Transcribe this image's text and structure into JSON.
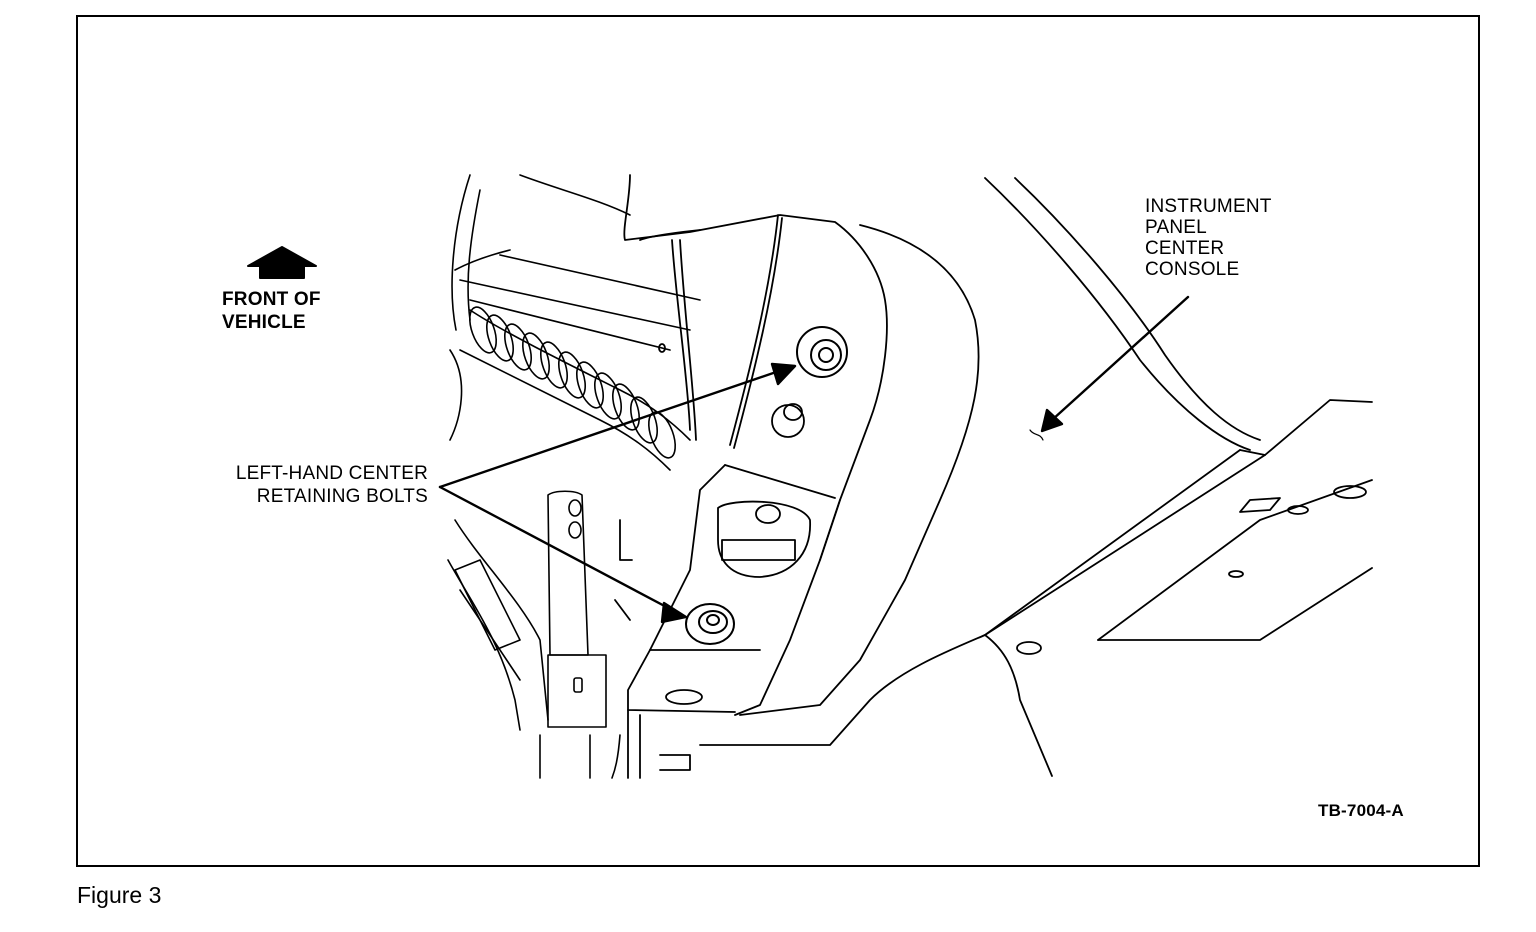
{
  "figure": {
    "caption": "Figure 3",
    "code": "TB-7004-A"
  },
  "labels": {
    "front_of_vehicle": [
      "FRONT OF",
      "VEHICLE"
    ],
    "retaining_bolts": [
      "LEFT-HAND CENTER",
      "RETAINING BOLTS"
    ],
    "instrument_panel": [
      "INSTRUMENT",
      "PANEL",
      "CENTER",
      "CONSOLE"
    ]
  },
  "colors": {
    "line": "#000000",
    "background": "#ffffff"
  }
}
